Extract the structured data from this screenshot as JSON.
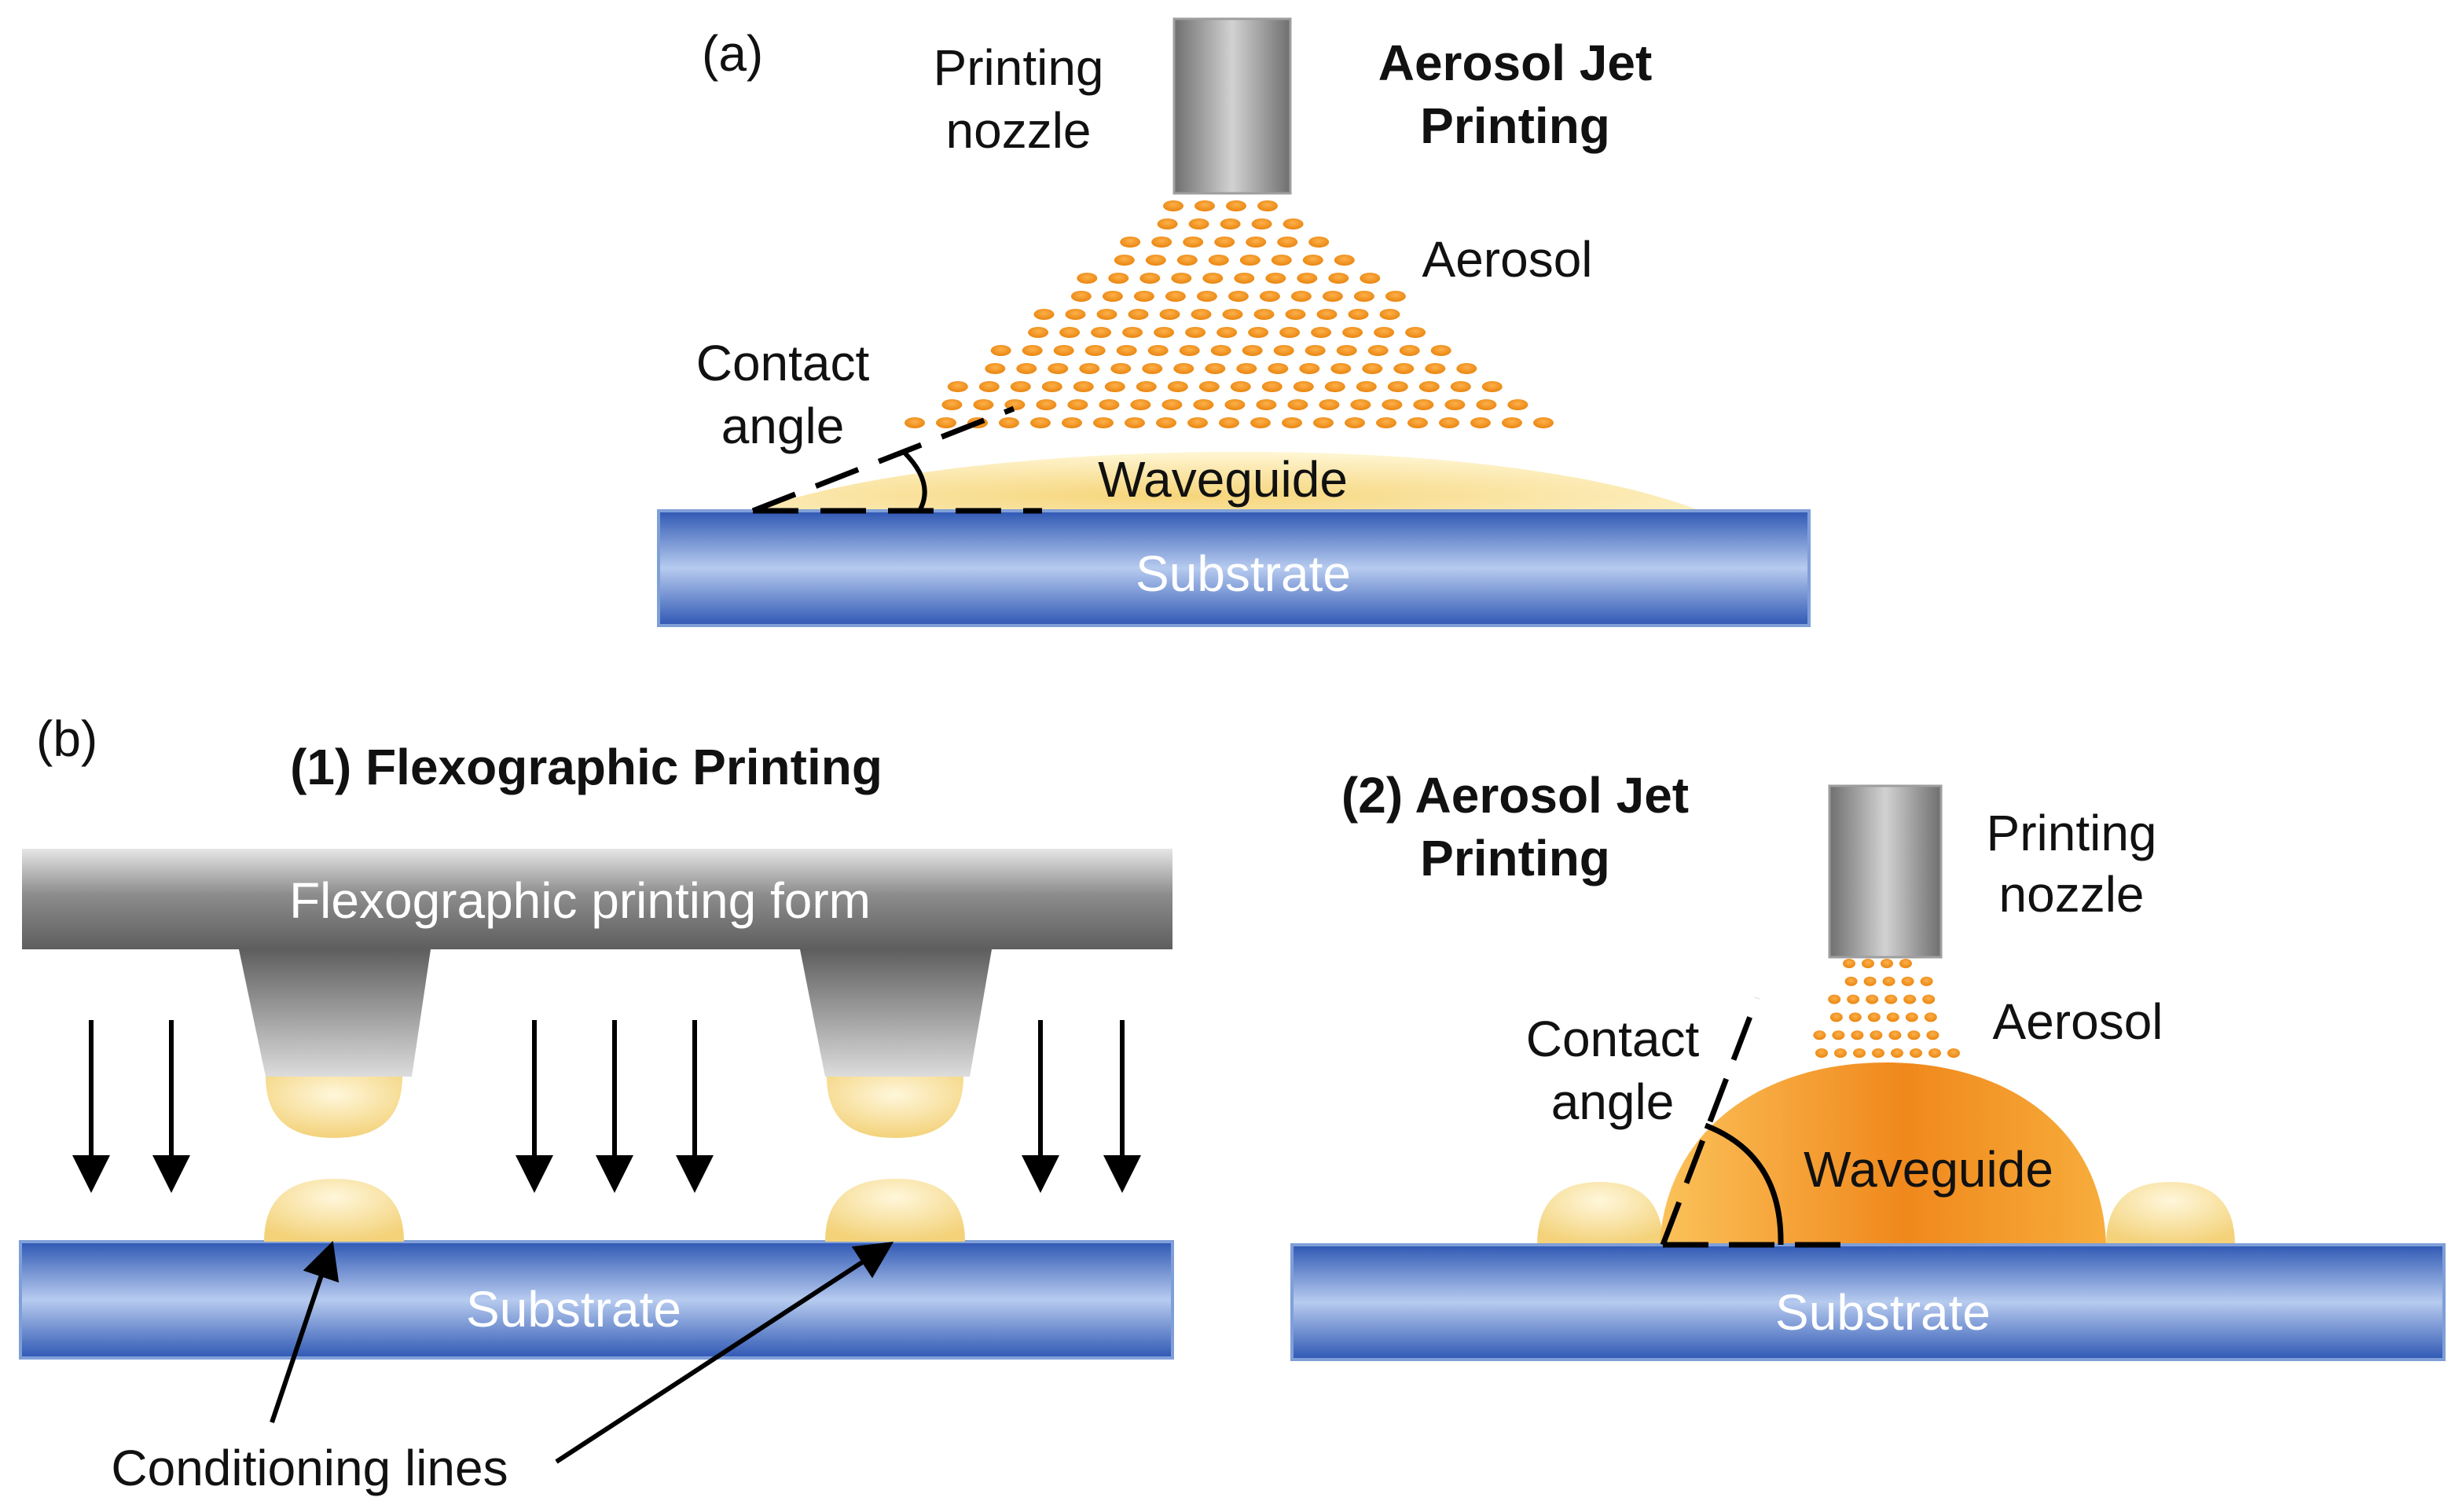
{
  "panel_a": {
    "tag": "(a)",
    "title_line1": "Aerosol Jet",
    "title_line2": "Printing",
    "nozzle_line1": "Printing",
    "nozzle_line2": "nozzle",
    "aerosol": "Aerosol",
    "contact_line1": "Contact",
    "contact_line2": "angle",
    "waveguide": "Waveguide",
    "substrate": "Substrate"
  },
  "panel_b": {
    "tag": "(b)",
    "flexo": {
      "title": "(1) Flexographic Printing",
      "form": "Flexographic printing form",
      "substrate": "Substrate",
      "conditioning": "Conditioning lines"
    },
    "aerosol_jet": {
      "title_line1": "(2) Aerosol Jet",
      "title_line2": "Printing",
      "nozzle_line1": "Printing",
      "nozzle_line2": "nozzle",
      "aerosol": "Aerosol",
      "contact_line1": "Contact",
      "contact_line2": "angle",
      "waveguide": "Waveguide",
      "substrate": "Substrate"
    }
  },
  "colors": {
    "substrate": "#4472c4",
    "waveguide_light": "#fde9a8",
    "waveguide_orange": "#f5a524",
    "aerosol_dot": "#f39a1e",
    "nozzle_gray": "#8a8a8a"
  }
}
